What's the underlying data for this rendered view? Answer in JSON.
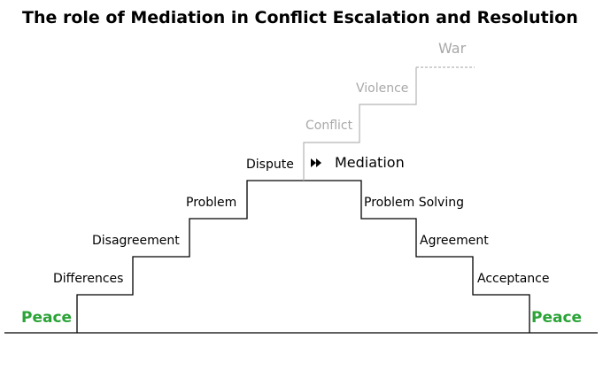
{
  "title": "The role of Mediation in Conflict Escalation and Resolution",
  "escalation": {
    "differences": "Differences",
    "disagreement": "Disagreement",
    "problem": "Problem",
    "dispute": "Dispute"
  },
  "upper": {
    "conflict": "Conflict",
    "violence": "Violence",
    "war": "War"
  },
  "mediation": {
    "icon": "fast-forward-icon",
    "label": "Mediation"
  },
  "resolution": {
    "problem_solving": "Problem Solving",
    "agreement": "Agreement",
    "acceptance": "Acceptance"
  },
  "peace": {
    "left": "Peace",
    "right": "Peace",
    "color": "#2aa336"
  },
  "colors": {
    "main_steps": "#000000",
    "upper_steps": "#b4b4b4"
  }
}
